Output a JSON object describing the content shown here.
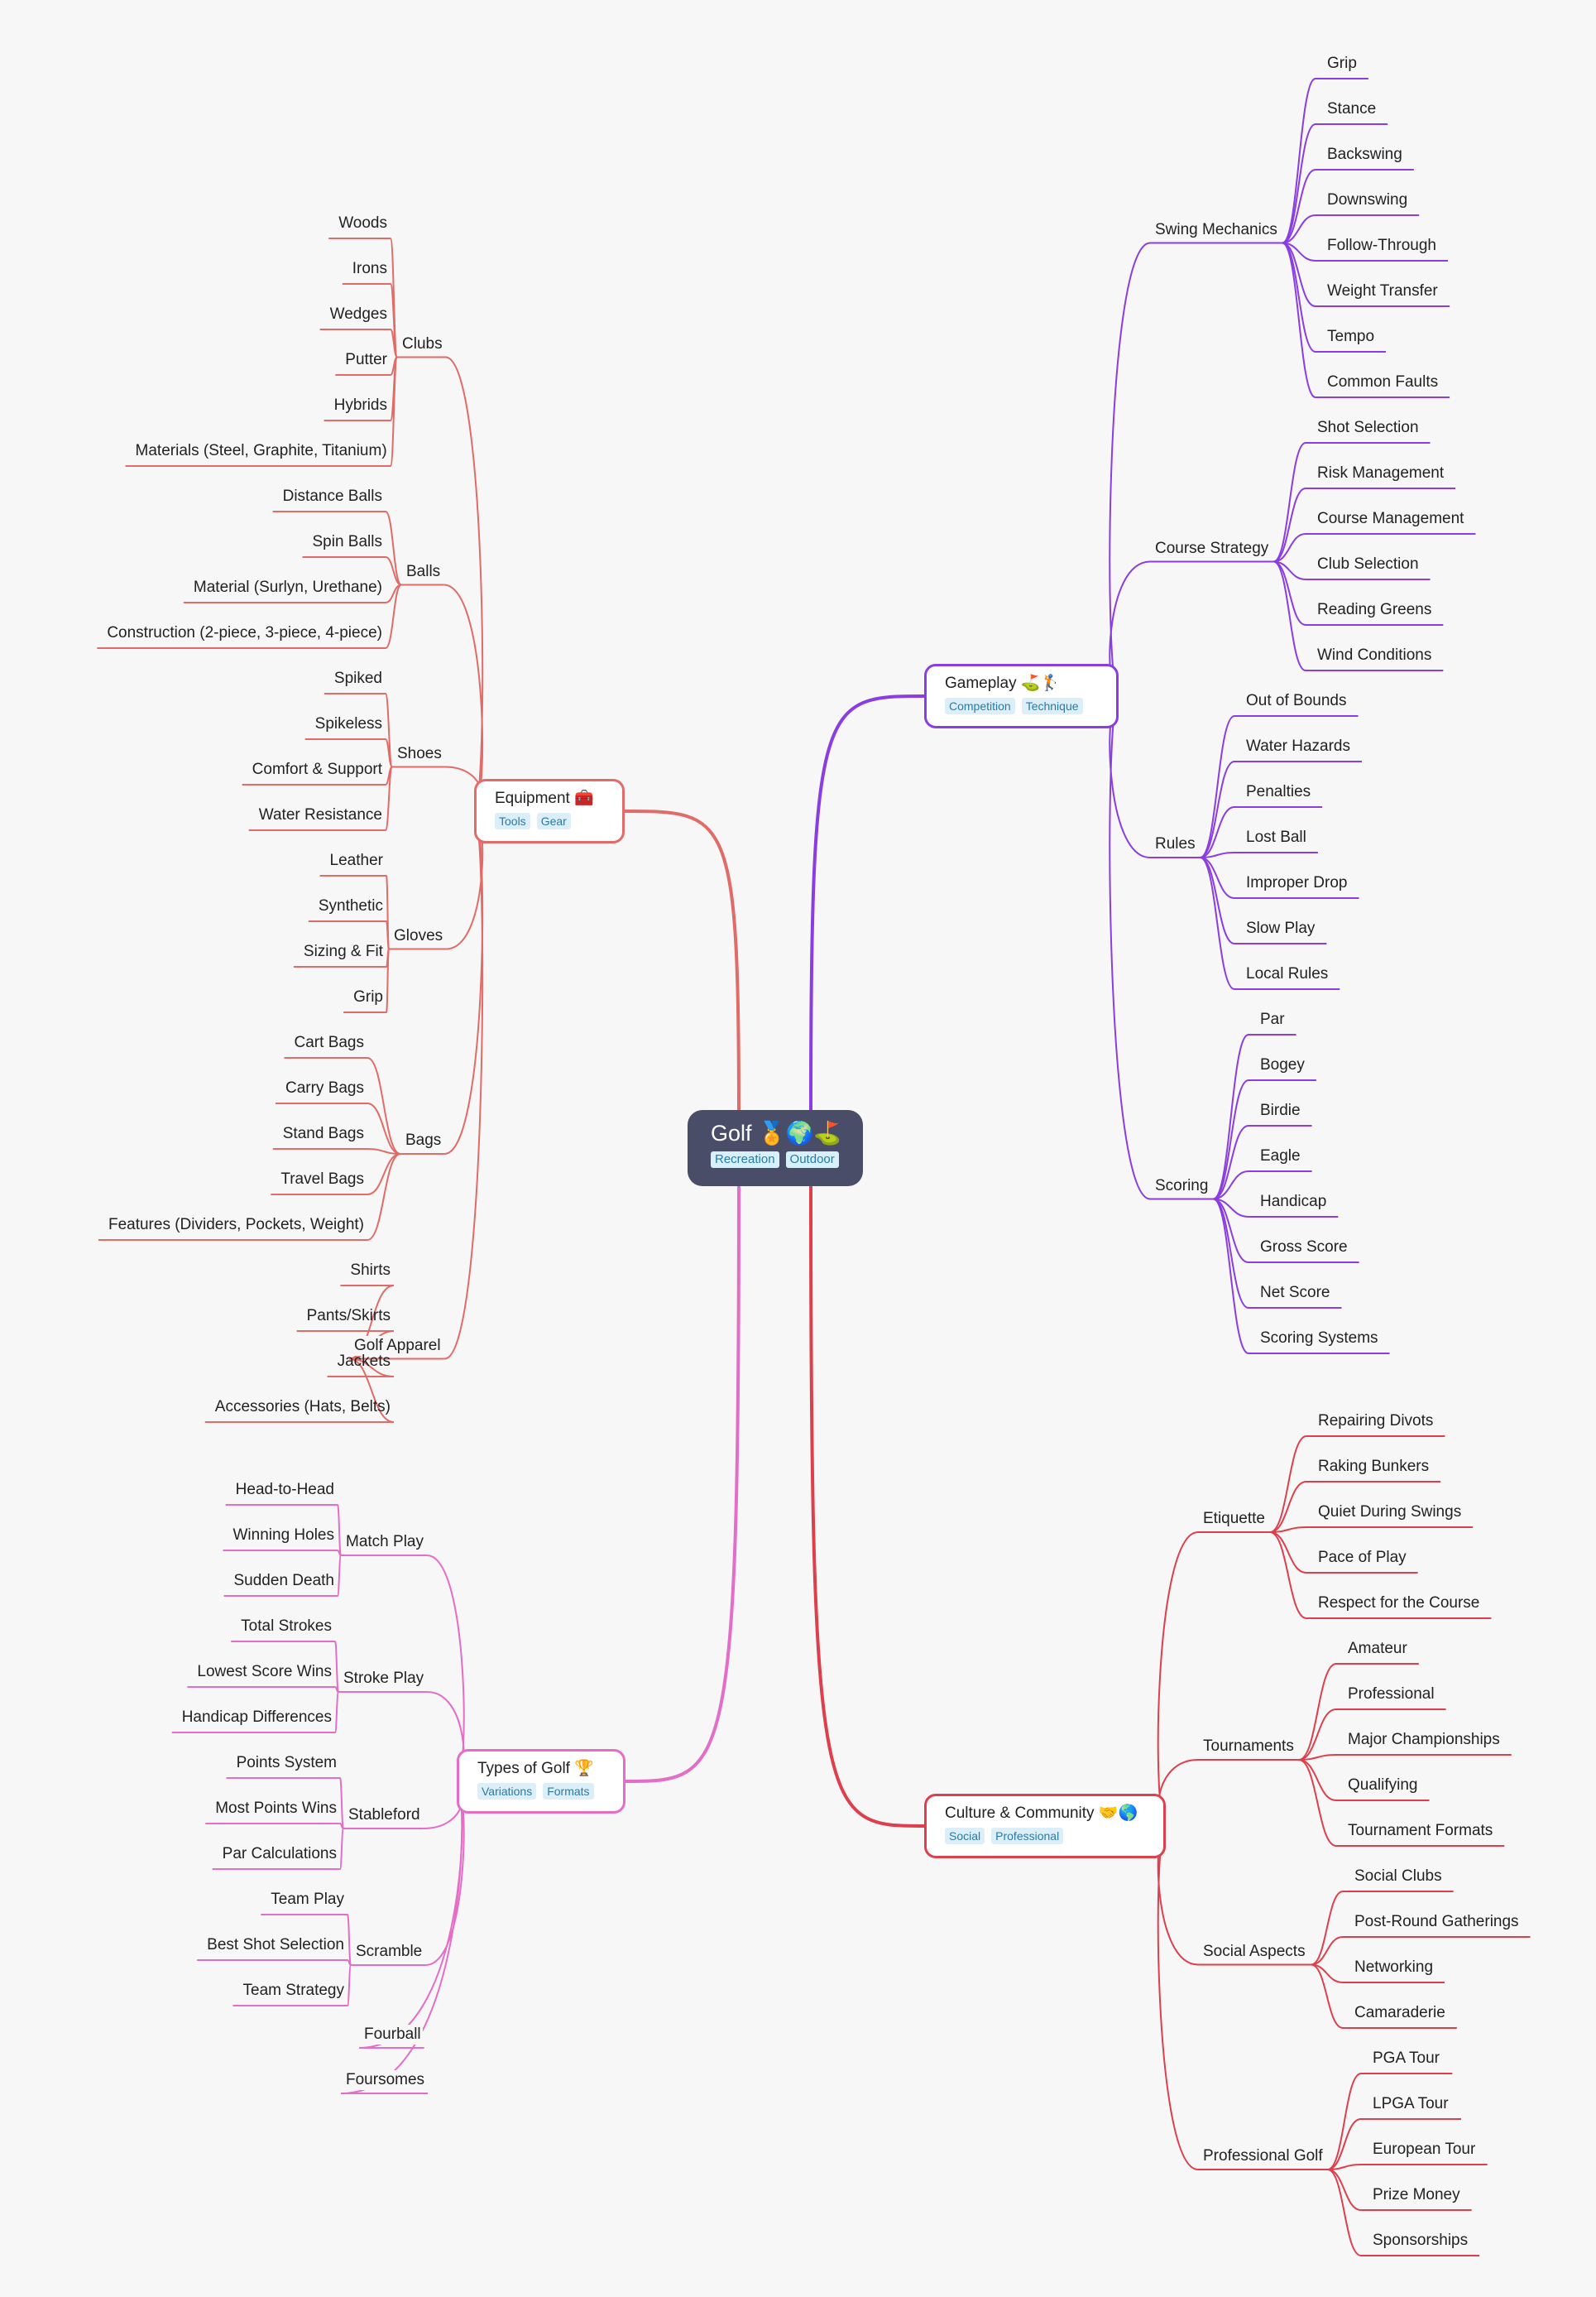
{
  "root": {
    "label": "Golf 🏅🌍⛳",
    "tags": [
      "Recreation",
      "Outdoor"
    ]
  },
  "branches": [
    {
      "id": "equipment",
      "label": "Equipment 🧰",
      "tags": [
        "Tools",
        "Gear"
      ],
      "color": "#e06b67",
      "side": "left",
      "children": [
        {
          "label": "Clubs",
          "children": [
            "Woods",
            "Irons",
            "Wedges",
            "Putter",
            "Hybrids",
            "Materials (Steel, Graphite, Titanium)"
          ]
        },
        {
          "label": "Balls",
          "children": [
            "Distance Balls",
            "Spin Balls",
            "Material (Surlyn, Urethane)",
            "Construction (2-piece, 3-piece, 4-piece)"
          ]
        },
        {
          "label": "Shoes",
          "children": [
            "Spiked",
            "Spikeless",
            "Comfort & Support",
            "Water Resistance"
          ]
        },
        {
          "label": "Gloves",
          "children": [
            "Leather",
            "Synthetic",
            "Sizing & Fit",
            "Grip"
          ]
        },
        {
          "label": "Bags",
          "children": [
            "Cart Bags",
            "Carry Bags",
            "Stand Bags",
            "Travel Bags",
            "Features (Dividers, Pockets, Weight)"
          ]
        },
        {
          "label": "Golf Apparel",
          "children": [
            "Shirts",
            "Pants/Skirts",
            "Jackets",
            "Accessories (Hats, Belts)"
          ]
        }
      ]
    },
    {
      "id": "types",
      "label": "Types of Golf 🏆",
      "tags": [
        "Variations",
        "Formats"
      ],
      "color": "#e36dc7",
      "side": "left",
      "children": [
        {
          "label": "Match Play",
          "children": [
            "Head-to-Head",
            "Winning Holes",
            "Sudden Death"
          ]
        },
        {
          "label": "Stroke Play",
          "children": [
            "Total Strokes",
            "Lowest Score Wins",
            "Handicap Differences"
          ]
        },
        {
          "label": "Stableford",
          "children": [
            "Points System",
            "Most Points Wins",
            "Par Calculations"
          ]
        },
        {
          "label": "Scramble",
          "children": [
            "Team Play",
            "Best Shot Selection",
            "Team Strategy"
          ]
        },
        {
          "label": "Fourball",
          "children": []
        },
        {
          "label": "Foursomes",
          "children": []
        }
      ]
    },
    {
      "id": "gameplay",
      "label": "Gameplay ⛳🏌",
      "tags": [
        "Competition",
        "Technique"
      ],
      "color": "#8a3de0",
      "side": "right",
      "children": [
        {
          "label": "Swing Mechanics",
          "children": [
            "Grip",
            "Stance",
            "Backswing",
            "Downswing",
            "Follow-Through",
            "Weight Transfer",
            "Tempo",
            "Common Faults"
          ]
        },
        {
          "label": "Course Strategy",
          "children": [
            "Shot Selection",
            "Risk Management",
            "Course Management",
            "Club Selection",
            "Reading Greens",
            "Wind Conditions"
          ]
        },
        {
          "label": "Rules",
          "children": [
            "Out of Bounds",
            "Water Hazards",
            "Penalties",
            "Lost Ball",
            "Improper Drop",
            "Slow Play",
            "Local Rules"
          ]
        },
        {
          "label": "Scoring",
          "children": [
            "Par",
            "Bogey",
            "Birdie",
            "Eagle",
            "Handicap",
            "Gross Score",
            "Net Score",
            "Scoring Systems"
          ]
        }
      ]
    },
    {
      "id": "culture",
      "label": "Culture & Community 🤝🌎",
      "tags": [
        "Social",
        "Professional"
      ],
      "color": "#dd3f4c",
      "side": "right",
      "children": [
        {
          "label": "Etiquette",
          "children": [
            "Repairing Divots",
            "Raking Bunkers",
            "Quiet During Swings",
            "Pace of Play",
            "Respect for the Course"
          ]
        },
        {
          "label": "Tournaments",
          "children": [
            "Amateur",
            "Professional",
            "Major Championships",
            "Qualifying",
            "Tournament Formats"
          ]
        },
        {
          "label": "Social Aspects",
          "children": [
            "Social Clubs",
            "Post-Round Gatherings",
            "Networking",
            "Camaraderie"
          ]
        },
        {
          "label": "Professional Golf",
          "children": [
            "PGA Tour",
            "LPGA Tour",
            "European Tour",
            "Prize Money",
            "Sponsorships"
          ]
        }
      ]
    }
  ]
}
